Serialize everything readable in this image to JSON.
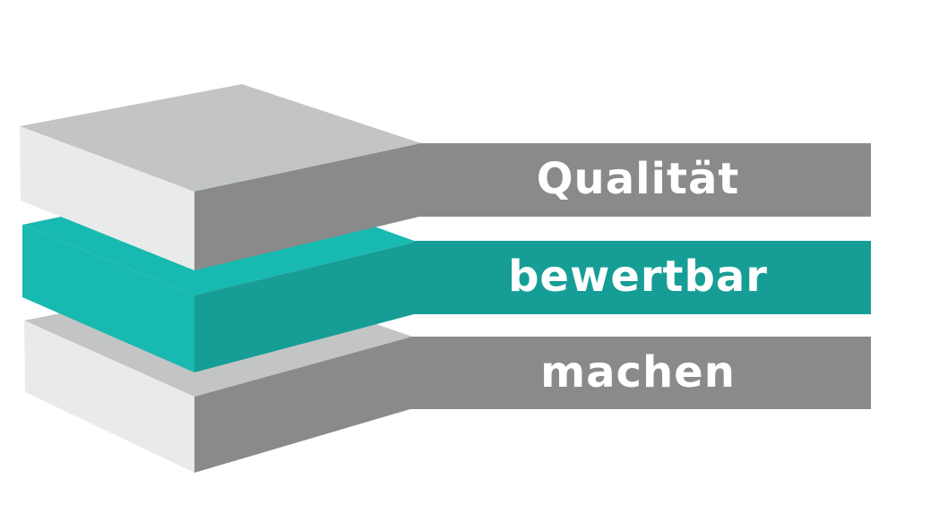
{
  "labels": [
    "Qualität",
    "bewertbar",
    "machen"
  ],
  "colors": {
    "gray_dark": "#898a89",
    "gray_top": "#c3c5c4",
    "gray_front": "#e9ebea",
    "teal_dark": "#169e96",
    "teal_light": "#18b9b0"
  }
}
